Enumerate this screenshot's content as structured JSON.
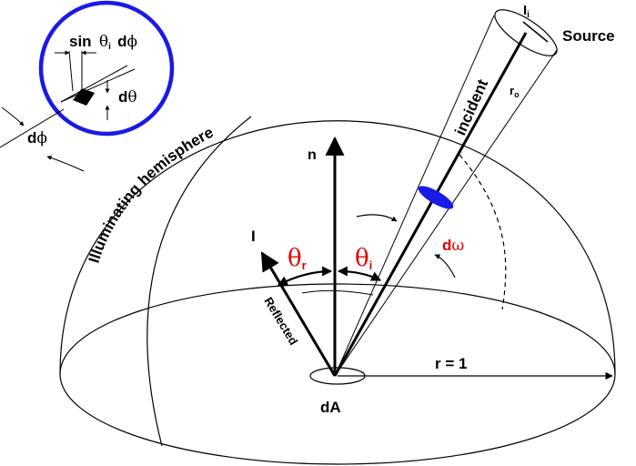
{
  "labels": {
    "source": "Source",
    "intensity_i": "I",
    "intensity_i_sub": "i",
    "incident": "incident",
    "r0": "r",
    "r0_sub": "o",
    "illuminating_hemisphere": "Illuminating hemisphere",
    "normal": "n",
    "reflected_intensity": "I",
    "theta_r": "θ",
    "theta_r_sub": "r",
    "theta_i": "θ",
    "theta_i_sub": "i",
    "d_omega_d": "d",
    "d_omega_w": "ω",
    "reflected": "Reflected",
    "radius": "r = 1",
    "dA": "dA"
  },
  "inset": {
    "sin": "sin",
    "theta_i": "θ",
    "theta_i_sub": "i",
    "d_phi_d": "d",
    "d_phi_phi": "ϕ",
    "d_theta_d": "d",
    "d_theta_theta": "θ",
    "d_phi_outer_d": "d",
    "d_phi_outer_phi": "ϕ"
  },
  "colors": {
    "inset_ring": "#1a1ae6",
    "solid_angle_patch": "#1a1ae6",
    "angle_labels": "#e00000"
  }
}
